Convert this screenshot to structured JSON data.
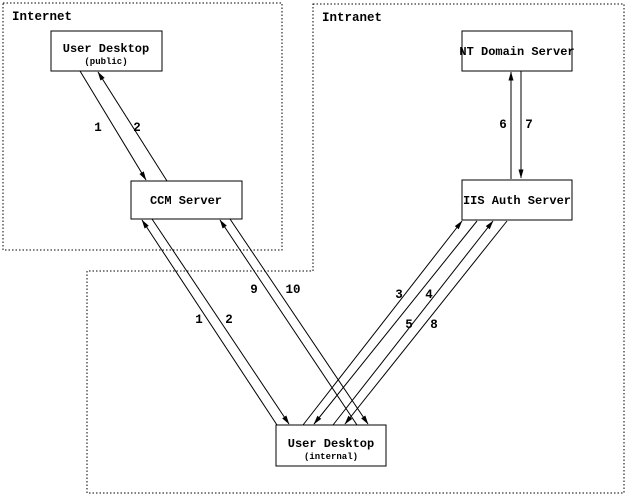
{
  "diagram": {
    "zones": {
      "internet": {
        "label": "Internet"
      },
      "intranet": {
        "label": "Intranet"
      }
    },
    "nodes": {
      "user_desktop_public": {
        "title": "User Desktop",
        "subtitle": "(public)"
      },
      "ccm_server": {
        "title": "CCM Server"
      },
      "nt_domain_server": {
        "title": "NT Domain Server"
      },
      "iis_auth_server": {
        "title": "IIS Auth Server"
      },
      "user_desktop_internal": {
        "title": "User Desktop",
        "subtitle": "(internal)"
      }
    },
    "flows": {
      "public_desktop_to_ccm": {
        "label": "1",
        "from": "User Desktop (public)",
        "to": "CCM Server"
      },
      "ccm_to_public_desktop": {
        "label": "2",
        "from": "CCM Server",
        "to": "User Desktop (public)"
      },
      "internal_desktop_to_ccm_1": {
        "label": "1",
        "from": "User Desktop (internal)",
        "to": "CCM Server"
      },
      "ccm_to_internal_desktop_2": {
        "label": "2",
        "from": "CCM Server",
        "to": "User Desktop (internal)"
      },
      "internal_desktop_to_ccm_9": {
        "label": "9",
        "from": "User Desktop (internal)",
        "to": "CCM Server"
      },
      "ccm_to_internal_desktop_10": {
        "label": "10",
        "from": "CCM Server",
        "to": "User Desktop (internal)"
      },
      "internal_desktop_to_iis_3": {
        "label": "3",
        "from": "User Desktop (internal)",
        "to": "IIS Auth Server"
      },
      "iis_to_internal_desktop_4": {
        "label": "4",
        "from": "IIS Auth Server",
        "to": "User Desktop (internal)"
      },
      "internal_desktop_to_iis_5": {
        "label": "5",
        "from": "User Desktop (internal)",
        "to": "IIS Auth Server"
      },
      "iis_to_internal_desktop_8": {
        "label": "8",
        "from": "IIS Auth Server",
        "to": "User Desktop (internal)"
      },
      "iis_to_nt_domain": {
        "label": "6",
        "from": "IIS Auth Server",
        "to": "NT Domain Server"
      },
      "nt_domain_to_iis": {
        "label": "7",
        "from": "NT Domain Server",
        "to": "IIS Auth Server"
      }
    },
    "colors": {
      "line": "#000000",
      "background": "#ffffff"
    }
  }
}
